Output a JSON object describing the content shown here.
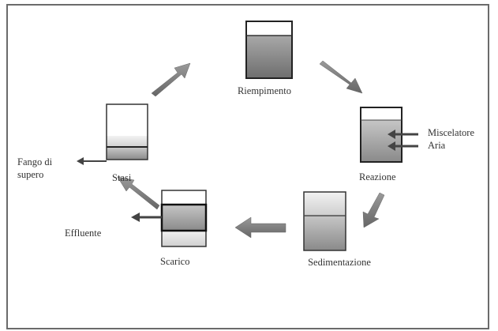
{
  "stages": {
    "riempimento": "Riempimento",
    "reazione": "Reazione",
    "sedimentazione": "Sedimentazione",
    "scarico": "Scarico",
    "stasi": "Stasi"
  },
  "inputs": {
    "miscelatore": "Miscelatore",
    "aria": "Aria"
  },
  "outputs": {
    "effluente": "Effluente",
    "fango_line1": "Fango di",
    "fango_line2": "supero"
  },
  "colors": {
    "frame": "#6b6b6b",
    "arrow": "#7a7a7a",
    "tank_outline": "#222222",
    "liquid_dark": "#7f7f7f",
    "liquid_light": "#d0d0d0"
  }
}
